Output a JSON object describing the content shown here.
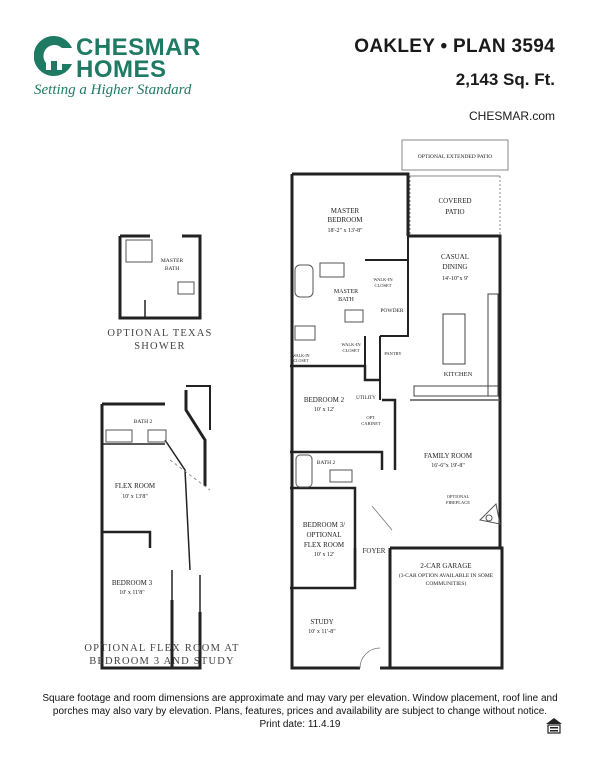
{
  "brand": {
    "name_line1": "CHESMAR",
    "name_line2": "HOMES",
    "tagline": "Setting a Higher Standard",
    "color": "#1f7a63"
  },
  "header": {
    "plan_title": "OAKLEY • PLAN 3594",
    "square_feet": "2,143 Sq. Ft.",
    "website": "CHESMAR.com"
  },
  "options": {
    "texas_shower_caption_line1": "OPTIONAL TEXAS",
    "texas_shower_caption_line2": "SHOWER",
    "flex_room_caption_line1": "OPTIONAL FLEX ROOM AT",
    "flex_room_caption_line2": "BEDROOM 3 AND STUDY"
  },
  "rooms": {
    "optional_extended_patio": "OPTIONAL EXTENDED PATIO",
    "covered_patio_line1": "COVERED",
    "covered_patio_line2": "PATIO",
    "master_bedroom_line1": "MASTER",
    "master_bedroom_line2": "BEDROOM",
    "master_bedroom_dims": "18'-2\" x 13'-8\"",
    "master_bath_line1": "MASTER",
    "master_bath_line2": "BATH",
    "walkin_closet_a_line1": "WALK-IN",
    "walkin_closet_a_line2": "CLOSET",
    "powder": "POWDER",
    "walkin_closet_b_line1": "WALK-IN",
    "walkin_closet_b_line2": "CLOSET",
    "walkin_closet_c_line1": "WALK-IN",
    "walkin_closet_c_line2": "CLOSET",
    "pantry": "PANTRY",
    "casual_dining_line1": "CASUAL",
    "casual_dining_line2": "DINING",
    "casual_dining_dims": "14'-10\"x 9'",
    "kitchen": "KITCHEN",
    "bedroom2": "BEDROOM 2",
    "bedroom2_dims": "10' x 12'",
    "utility": "UTILITY",
    "opt_cabinet_line1": "OPT.",
    "opt_cabinet_line2": "CABINET",
    "family_room": "FAMILY ROOM",
    "family_room_dims": "16'-6\"x 19'-8\"",
    "optional_fireplace_line1": "OPTIONAL",
    "optional_fireplace_line2": "FIREPLACE",
    "bath2": "BATH 2",
    "bedroom3_line1": "BEDROOM 3/",
    "bedroom3_line2": "OPTIONAL",
    "bedroom3_line3": "FLEX ROOM",
    "bedroom3_dims": "10' x 12'",
    "foyer": "FOYER",
    "garage_line1": "2-CAR GARAGE",
    "garage_line2": "(3-CAR OPTION AVAILABLE IN SOME",
    "garage_line3": "COMMUNITIES)",
    "study": "STUDY",
    "study_dims": "10' x 11'-8\"",
    "opt_master_bath_line1": "MASTER",
    "opt_master_bath_line2": "BATH",
    "opt_bath2": "BATH 2",
    "opt_flex_room": "FLEX ROOM",
    "opt_flex_room_dims": "10' x 13'8\"",
    "opt_bedroom3": "BEDROOM 3",
    "opt_bedroom3_dims": "10' x 11'8\""
  },
  "footer": {
    "disclaimer_line1": "Square footage and room dimensions are approximate and may vary per elevation.  Window placement, roof line and",
    "disclaimer_line2": "porches may also vary by elevation.  Plans, features, prices and availability are subject to change without notice.",
    "print_date": "Print date:  11.4.19",
    "equal_housing_icon": "equal-housing-icon"
  }
}
